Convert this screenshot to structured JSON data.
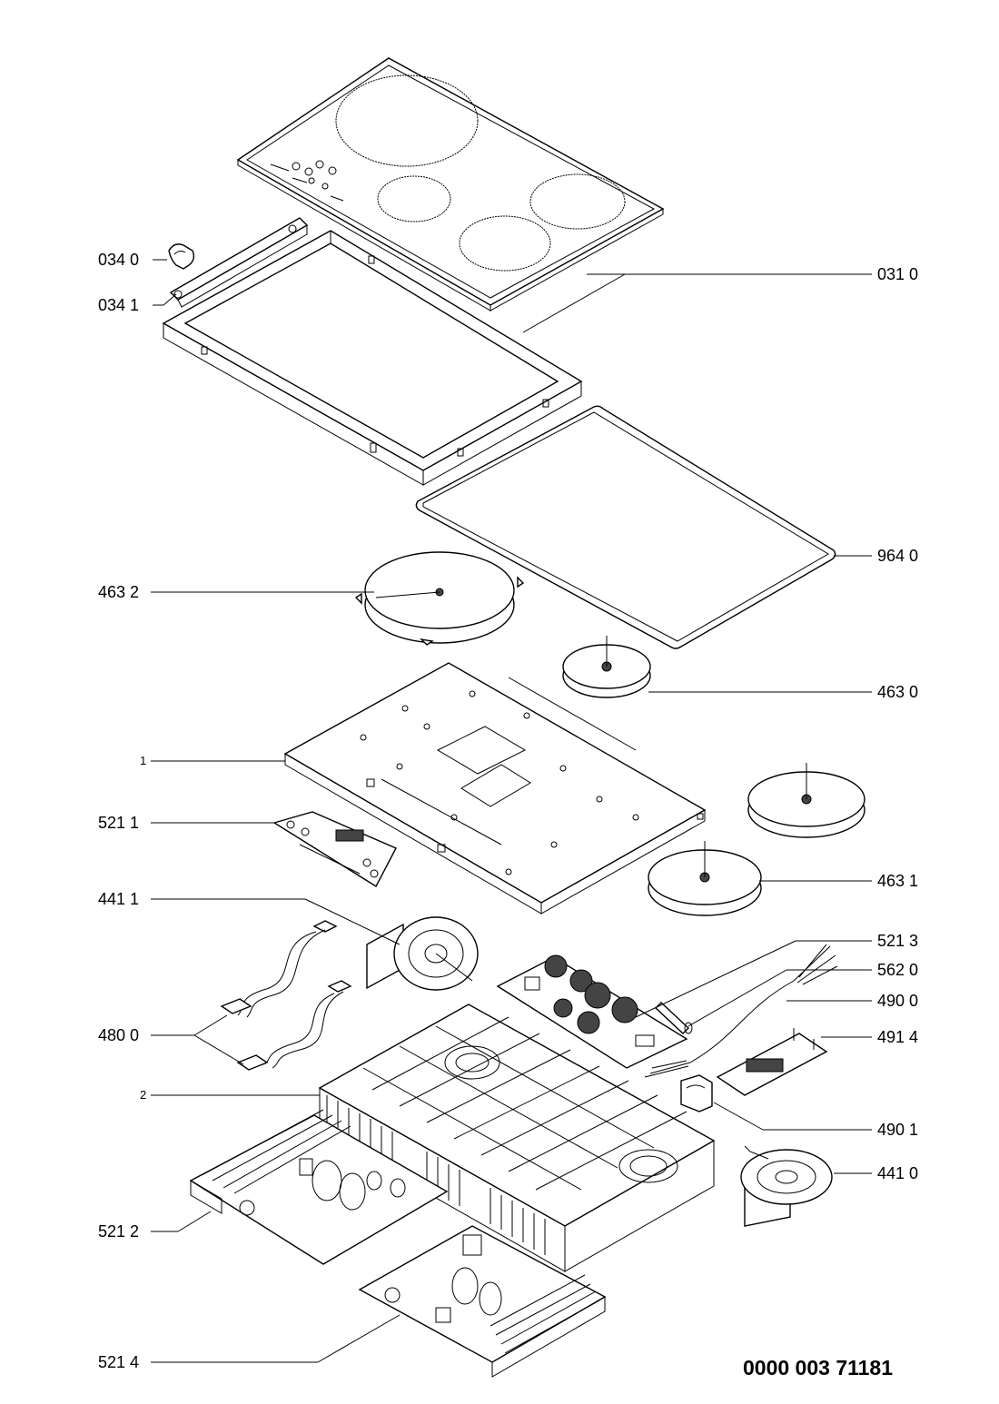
{
  "labels": {
    "l0340": "034 0",
    "l0341": "034 1",
    "l0310": "031 0",
    "l9640": "964 0",
    "l4632": "463 2",
    "l4630": "463 0",
    "l1": "1",
    "l5211": "521 1",
    "l4631": "463 1",
    "l4411": "441 1",
    "l5213": "521 3",
    "l5620": "562 0",
    "l4900": "490 0",
    "l4800": "480 0",
    "l4914": "491 4",
    "l2": "2",
    "l4901": "490 1",
    "l4410": "441 0",
    "l5212": "521 2",
    "l5214": "521 4"
  },
  "doc_number": "0000 003 71181"
}
